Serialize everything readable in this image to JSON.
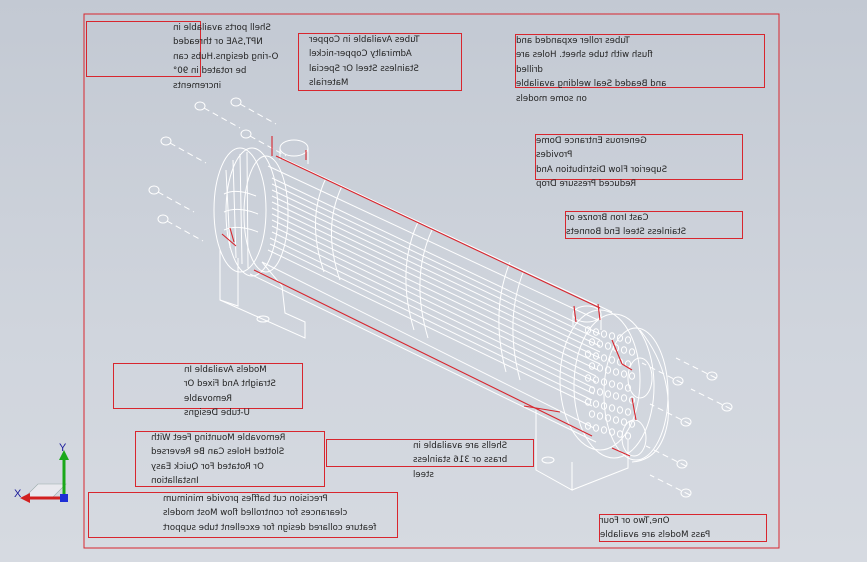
{
  "notes": {
    "shell_ports": [
      "Shell ports available in",
      "NPT,SAE or threaded",
      "O-ring designs.Hubs can",
      "be rotated in 90°",
      "increments"
    ],
    "tubes_available": [
      "Tubes Available in Copper",
      "Admiralty Copper-nickel",
      "Stainless Steel Or Special",
      "Materials"
    ],
    "tubes_roller": [
      "Tubes roller expanded and",
      "flush with tube sheet. Holes are",
      "drilled",
      "and    Beaded Seal welding available",
      "on some models"
    ],
    "entrance_dome": [
      "Generous Entrance Dome",
      "Provides",
      "Superior Flow Distribution And",
      "Reduced Pressure Drop"
    ],
    "end_bonnets": [
      "Cast Iron Bronze or",
      "Stainless Steel End Bonnets"
    ],
    "models_available": [
      "Models Available In",
      "Straight And Fixed Or",
      "Removable",
      "U-tube Designs"
    ],
    "mounting_feet": [
      "Removable Mounting Feet With",
      "Slotted Holes Can Be Reversed",
      "Or Rotated For Quick Easy",
      "Installation"
    ],
    "shells": [
      "Shells are available in",
      "brass or 316 stainless",
      "steel"
    ],
    "baffles": [
      "Precision cut baffles provide minimum",
      "clearances for controlled flow Most models",
      "feature collared design for excellent tube support"
    ],
    "pass_models": [
      "One,Two or Four",
      "Pass Models are available"
    ]
  },
  "triad": {
    "y_label": "Y",
    "x_label": "X",
    "colors": {
      "y": "#1aa81a",
      "x": "#d21f1f",
      "z": "#1e2fd6"
    }
  },
  "colors": {
    "annotation": "#d8262e",
    "drawing": "#ffffff",
    "background": "#cbd0d8"
  }
}
